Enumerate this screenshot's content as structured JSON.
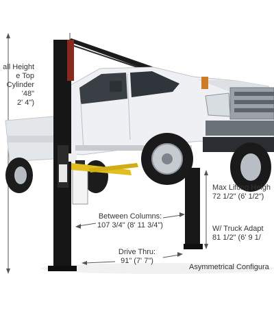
{
  "colors": {
    "background": "#ffffff",
    "truck_body": "#eceef1",
    "truck_shadow": "#c7cbd0",
    "lift_column": "#161616",
    "lift_arm": "#e3bf1e",
    "dimension_line": "#555555",
    "text": "#333333"
  },
  "labels": {
    "overall_height": [
      "all Height",
      "e Top",
      "Cylinder",
      "'48\"",
      "2' 4\")"
    ],
    "max_lifting": [
      "Max Lifting Heigh",
      "72 1/2\" (6' 1/2\")"
    ],
    "truck_adapters": [
      "W/ Truck Adapt",
      "81 1/2\" (6' 9 1/"
    ],
    "between_columns": [
      "Between Columns:",
      "107 3/4\" (8' 11 3/4\")"
    ],
    "drive_thru": [
      "Drive Thru:",
      "91\" (7' 7\")"
    ],
    "configuration": "Asymmetrical Configura"
  }
}
